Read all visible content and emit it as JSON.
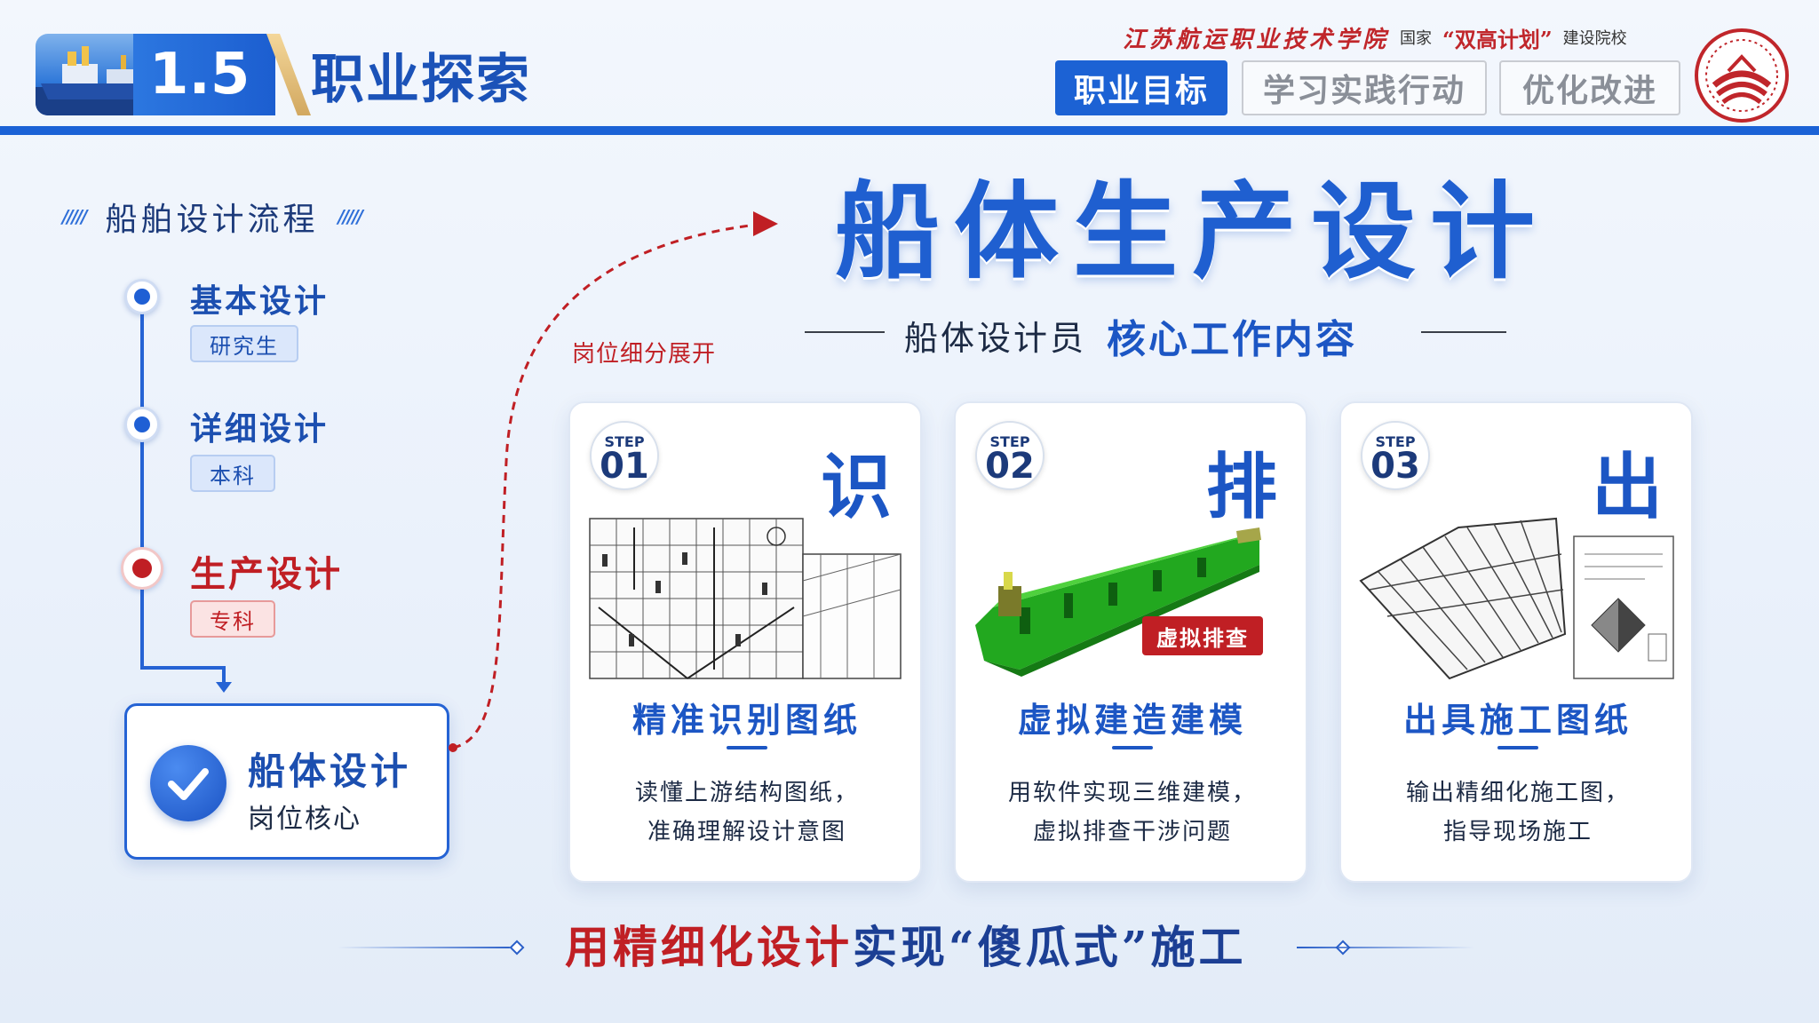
{
  "header": {
    "section_number": "1.5",
    "section_title": "职业探索",
    "school_name": "江苏航运职业技术学院",
    "school_nation": "国家",
    "school_plan": "“双高计划”",
    "school_suffix": "建设院校",
    "tabs": [
      {
        "label": "职业目标",
        "active": true
      },
      {
        "label": "学习实践行动",
        "active": false
      },
      {
        "label": "优化改进",
        "active": false
      }
    ]
  },
  "process": {
    "title": "船舶设计流程",
    "steps": [
      {
        "title": "基本设计",
        "tag": "研究生",
        "highlight": false
      },
      {
        "title": "详细设计",
        "tag": "本科",
        "highlight": false
      },
      {
        "title": "生产设计",
        "tag": "专科",
        "highlight": true
      }
    ],
    "core_title": "船体设计",
    "core_subtitle": "岗位核心"
  },
  "connector_label": "岗位细分展开",
  "main": {
    "title": "船体生产设计",
    "subtitle_lead": "船体设计员",
    "subtitle_emph": "核心工作内容"
  },
  "cards": [
    {
      "step_word": "STEP",
      "step_num": "01",
      "char": "识",
      "title": "精准识别图纸",
      "lines": [
        "读懂上游结构图纸，",
        "准确理解设计意图"
      ]
    },
    {
      "step_word": "STEP",
      "step_num": "02",
      "char": "排",
      "title": "虚拟建造建模",
      "tag": "虚拟排查",
      "lines": [
        "用软件实现三维建模，",
        "虚拟排查干涉问题"
      ]
    },
    {
      "step_word": "STEP",
      "step_num": "03",
      "char": "出",
      "title": "出具施工图纸",
      "lines": [
        "输出精细化施工图，",
        "指导现场施工"
      ]
    }
  ],
  "footer": {
    "red_part": "用精细化设计",
    "blue_part": "实现“傻瓜式”施工"
  },
  "colors": {
    "primary_blue": "#1c56c4",
    "accent_red": "#c01f24",
    "model_green": "#22a81f"
  }
}
